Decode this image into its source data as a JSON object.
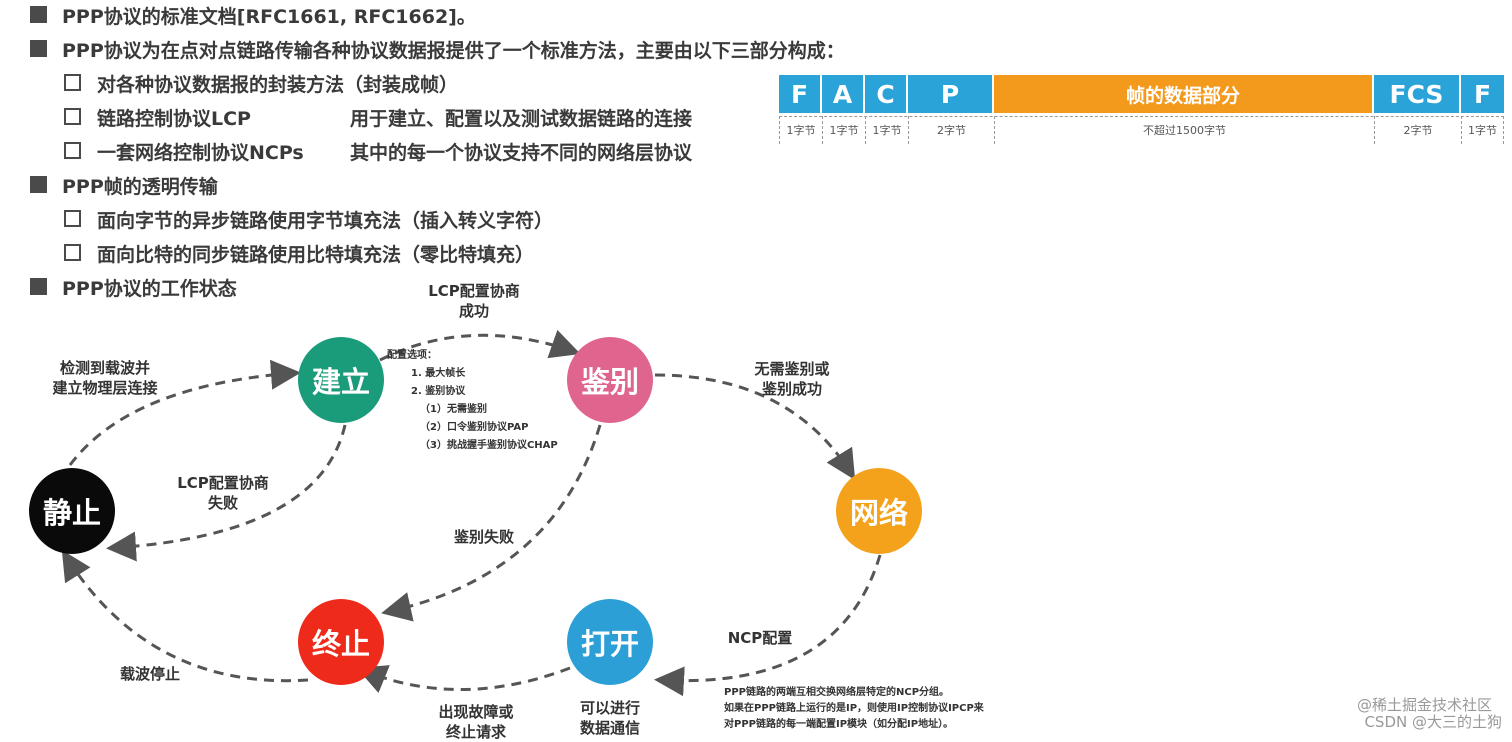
{
  "bullets": {
    "b1": "PPP协议的标准文档[RFC1661, RFC1662]。",
    "b2": "PPP协议为在点对点链路传输各种协议数据报提供了一个标准方法，主要由以下三部分构成：",
    "b2_items": [
      {
        "text": "对各种协议数据报的封装方法（封装成帧）",
        "desc": ""
      },
      {
        "text": "链路控制协议LCP",
        "desc": "用于建立、配置以及测试数据链路的连接"
      },
      {
        "text": "一套网络控制协议NCPs",
        "desc": "其中的每一个协议支持不同的网络层协议"
      }
    ],
    "b3": "PPP帧的透明传输",
    "b3_items": [
      "面向字节的异步链路使用字节填充法（插入转义字符）",
      "面向比特的同步链路使用比特填充法（零比特填充）"
    ],
    "b4": "PPP协议的工作状态"
  },
  "frame": {
    "fields": [
      {
        "label": "F",
        "size": "1字节",
        "color": "#2aa3d8"
      },
      {
        "label": "A",
        "size": "1字节",
        "color": "#2aa3d8"
      },
      {
        "label": "C",
        "size": "1字节",
        "color": "#2aa3d8"
      },
      {
        "label": "P",
        "size": "2字节",
        "color": "#2aa3d8"
      },
      {
        "label": "帧的数据部分",
        "size": "不超过1500字节",
        "color": "#f39a1d"
      },
      {
        "label": "FCS",
        "size": "2字节",
        "color": "#2aa3d8"
      },
      {
        "label": "F",
        "size": "1字节",
        "color": "#2aa3d8"
      }
    ]
  },
  "states": {
    "establish": {
      "label": "建立",
      "color": "#1a9b7a"
    },
    "auth": {
      "label": "鉴别",
      "color": "#e0658e"
    },
    "network": {
      "label": "网络",
      "color": "#f4a21b"
    },
    "open": {
      "label": "打开",
      "color": "#2b9fd6"
    },
    "terminate": {
      "label": "终止",
      "color": "#ee2a1b"
    },
    "dead": {
      "label": "静止",
      "color": "#0a0a0a"
    }
  },
  "transitions": {
    "dead_to_establish": "检测到载波并\n建立物理层连接",
    "establish_to_auth": "LCP配置协商\n成功",
    "establish_to_dead": "LCP配置协商\n失败",
    "auth_to_network": "无需鉴别或\n鉴别成功",
    "auth_to_terminate": "鉴别失败",
    "network_to_open": "NCP配置",
    "open_to_terminate": "出现故障或\n终止请求",
    "open_note": "可以进行\n数据通信",
    "terminate_to_dead": "载波停止"
  },
  "config_options": [
    "配置选项：",
    "1. 最大帧长",
    "2. 鉴别协议",
    "（1）无需鉴别",
    "（2）口令鉴别协议PAP",
    "（3）挑战握手鉴别协议CHAP"
  ],
  "ncp_note": [
    "PPP链路的两端互相交换网络层特定的NCP分组。",
    "如果在PPP链路上运行的是IP，则使用IP控制协议IPCP来",
    "对PPP链路的每一端配置IP模块（如分配IP地址）。"
  ],
  "watermark": {
    "line1": "@稀土掘金技术社区",
    "line2": "CSDN @大三的土狗"
  }
}
